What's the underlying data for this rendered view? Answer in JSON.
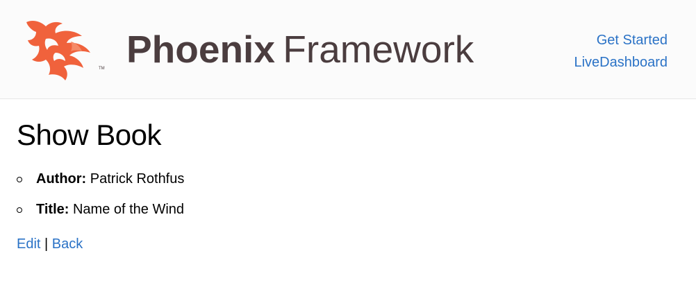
{
  "header": {
    "logo_wordmark_bold": "Phoenix",
    "logo_wordmark_light": " Framework",
    "logo_trademark": "TM",
    "nav": [
      {
        "label": "Get Started"
      },
      {
        "label": "LiveDashboard"
      }
    ]
  },
  "main": {
    "page_title": "Show Book",
    "fields": [
      {
        "label": "Author:",
        "value": " Patrick Rothfus"
      },
      {
        "label": "Title:",
        "value": " Name of the Wind"
      }
    ],
    "actions": {
      "edit_label": "Edit",
      "separator": " | ",
      "back_label": "Back"
    }
  },
  "colors": {
    "header_bg": "#fbfbfb",
    "link": "#2a72c6",
    "logo_orange": "#f0623c",
    "wordmark": "#4b3d3f"
  }
}
